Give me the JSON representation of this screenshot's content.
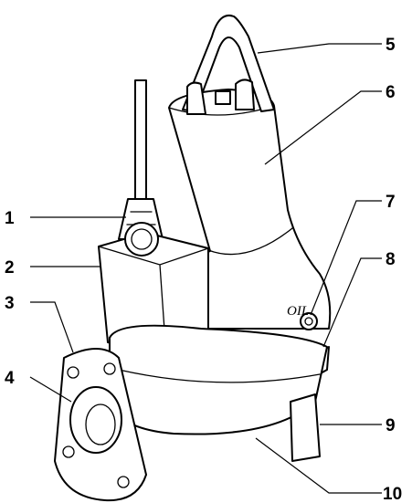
{
  "figure": {
    "oil_marking": "OIL",
    "callouts": [
      {
        "id": "c1",
        "label": "1"
      },
      {
        "id": "c2",
        "label": "2"
      },
      {
        "id": "c3",
        "label": "3"
      },
      {
        "id": "c4",
        "label": "4"
      },
      {
        "id": "c5",
        "label": "5"
      },
      {
        "id": "c6",
        "label": "6"
      },
      {
        "id": "c7",
        "label": "7"
      },
      {
        "id": "c8",
        "label": "8"
      },
      {
        "id": "c9",
        "label": "9"
      },
      {
        "id": "c10",
        "label": "10"
      }
    ]
  }
}
